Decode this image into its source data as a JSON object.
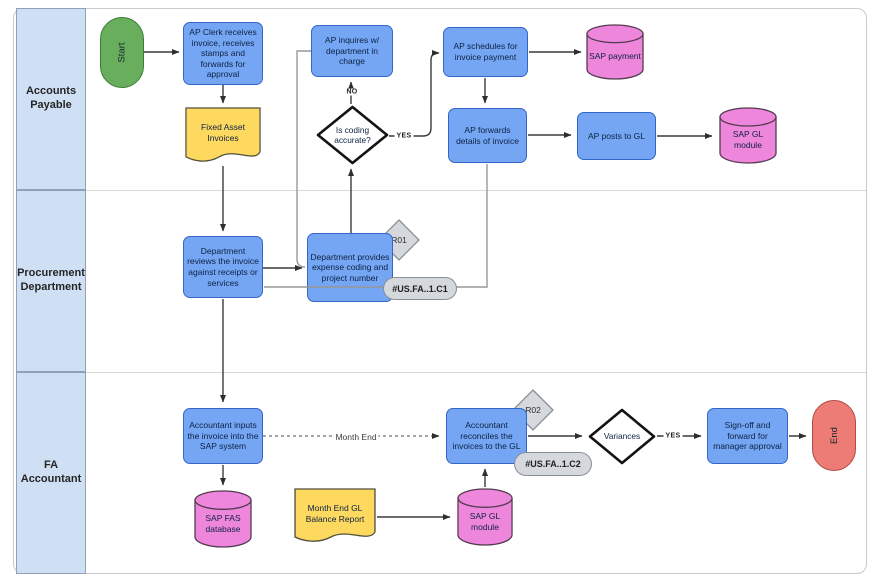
{
  "lanes": [
    {
      "label": "Accounts Payable"
    },
    {
      "label": "Procurement Department"
    },
    {
      "label": "FA Accountant"
    }
  ],
  "nodes": {
    "start": {
      "label": "Start",
      "type": "terminator"
    },
    "ap_clerk": {
      "label": "AP Clerk receives invoice, receives stamps and forwards for approval",
      "type": "process"
    },
    "fixed_asset_invoices": {
      "label": "Fixed Asset Invoices",
      "type": "document"
    },
    "ap_inquires": {
      "label": "AP inquires w/ department in charge",
      "type": "process"
    },
    "is_coding_accurate": {
      "label": "Is coding accurate?",
      "type": "decision"
    },
    "ap_schedules": {
      "label": "AP schedules for invoice payment",
      "type": "process"
    },
    "sap_payment": {
      "label": "SAP payment",
      "type": "database"
    },
    "ap_forwards": {
      "label": "AP forwards details of invoice",
      "type": "process"
    },
    "ap_posts_gl": {
      "label": "AP posts to GL",
      "type": "process"
    },
    "sap_gl_module_top": {
      "label": "SAP GL module",
      "type": "database"
    },
    "dept_reviews": {
      "label": "Department reviews the invoice against receipts or services",
      "type": "process"
    },
    "dept_provides": {
      "label": "Department provides expense coding and project number",
      "type": "process"
    },
    "acct_inputs": {
      "label": "Accountant inputs the invoice into the SAP system",
      "type": "process"
    },
    "sap_fas_database": {
      "label": "SAP FAS database",
      "type": "database"
    },
    "month_end_report": {
      "label": "Month End GL Balance Report",
      "type": "document"
    },
    "sap_gl_module_bottom": {
      "label": "SAP GL module",
      "type": "database"
    },
    "acct_reconciles": {
      "label": "Accountant reconciles the invoices to the GL",
      "type": "process"
    },
    "variances": {
      "label": "Variances",
      "type": "decision"
    },
    "sign_off": {
      "label": "Sign-off and forward for manager approval",
      "type": "process"
    },
    "end": {
      "label": "End",
      "type": "terminator"
    }
  },
  "badges": {
    "r01": "R01",
    "r02": "R02",
    "c1": "#US.FA..1.C1",
    "c2": "#US.FA..1.C2"
  },
  "edge_labels": {
    "no_coding": "NO",
    "yes_coding": "YES",
    "yes_variances": "YES",
    "month_end": "Month End"
  },
  "colors": {
    "process_fill": "#74a6f4",
    "process_border": "#3465c8",
    "terminator_start_fill": "#68ae5c",
    "terminator_start_border": "#3c7d36",
    "terminator_end_fill": "#ed7d74",
    "terminator_end_border": "#ad4a42",
    "document_fill": "#fed95f",
    "document_border": "#53503c",
    "database_fill": "#ee86dc",
    "database_border": "#543a50",
    "decision_fill": "#ffffff",
    "decision_border": "#131313",
    "badge_fill": "#d5d8dc",
    "badge_border": "#898f99",
    "lane_fill": "#cfdff4",
    "lane_border": "#8fa0b8",
    "connector": "#3a3a3a",
    "connector_light": "#979797",
    "text": "#0e2142"
  }
}
